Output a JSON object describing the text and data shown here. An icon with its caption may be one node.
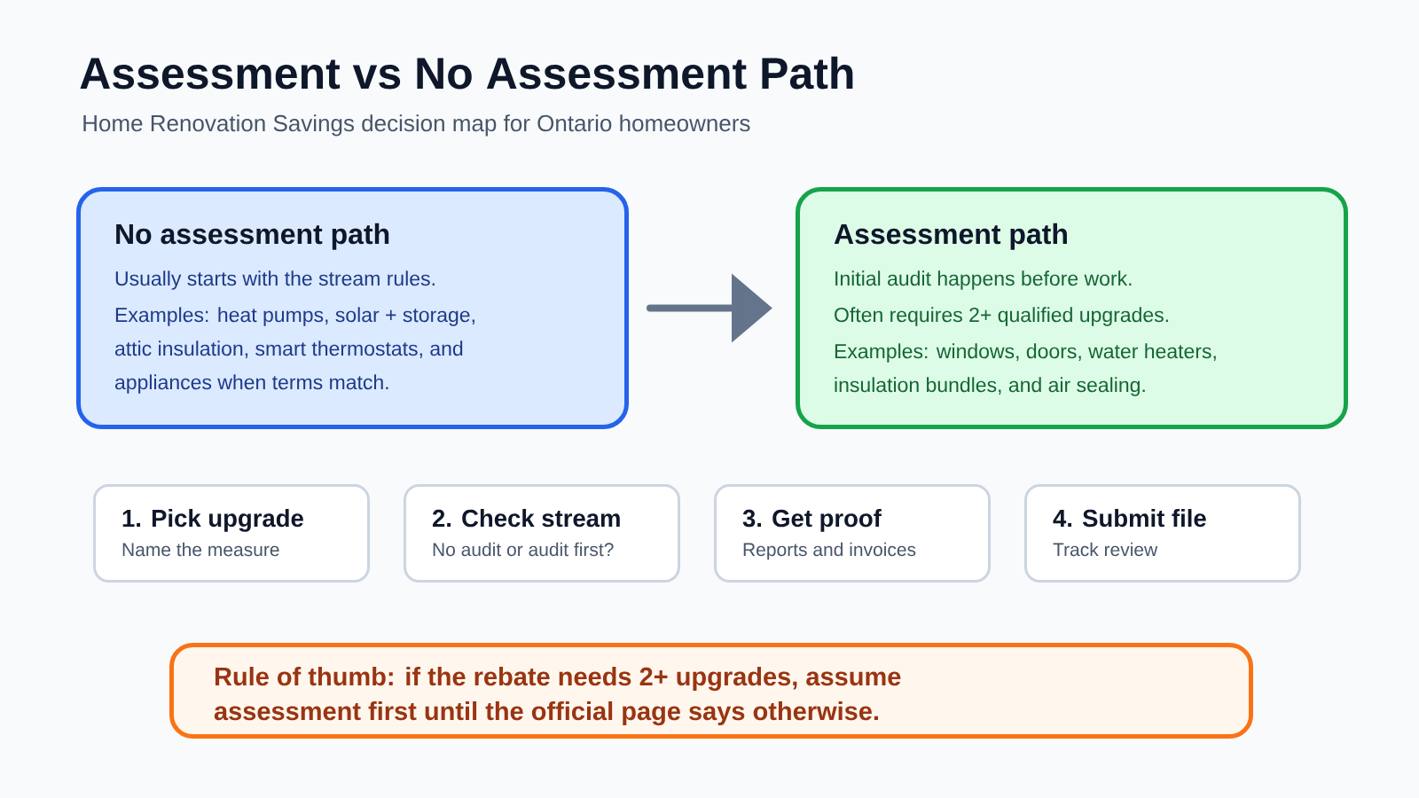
{
  "diagram": {
    "title": "Assessment vs No Assessment Path",
    "nodes": [
      {
        "text": [
          "No assessment path",
          "Usually starts with the stream rules.",
          "Examples: heat pumps, solar + storage, attic insulation, smart thermostats, and appliances when terms match."
        ]
      },
      {
        "text": [
          "Assessment path",
          "Initial audit happens before work.",
          "Often requires 2+ qualified upgrades.",
          "Examples: windows, doors, water heaters, insulation bundles, and air sealing."
        ]
      },
      {
        "text": [
          "1. Pick upgrade",
          "Name the measure"
        ]
      },
      {
        "text": [
          "2. Check stream",
          "No audit or audit first?"
        ]
      },
      {
        "text": [
          "3. Get proof",
          "Reports and invoices"
        ]
      },
      {
        "text": [
          "4. Submit file",
          "Track review"
        ]
      },
      {
        "text": [
          "Rule of thumb: if the rebate needs 2+ upgrades, assume assessment first until the official page says otherwise."
        ]
      }
    ],
    "edges": [
      {
        "from": 0,
        "to": 1,
        "arrow": "to"
      }
    ],
    "labels": [
      "Home Renovation Savings decision map for Ontario homeowners"
    ]
  }
}
